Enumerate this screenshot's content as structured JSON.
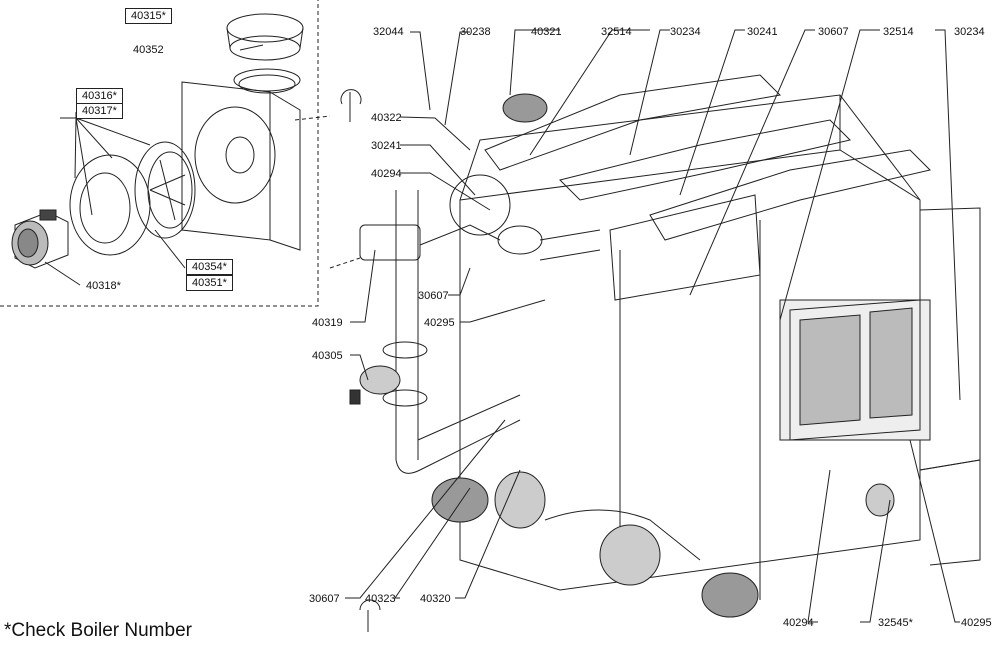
{
  "note": "*Check Boiler Number",
  "callouts": {
    "c40315": "40315*",
    "c40352": "40352",
    "c40316": "40316*",
    "c40317": "40317*",
    "c40318": "40318*",
    "c40354": "40354*",
    "c40351": "40351*",
    "c32044": "32044",
    "c30238": "30238",
    "c40321": "40321",
    "c32514a": "32514",
    "c30234a": "30234",
    "c30241a": "30241",
    "c30607a": "30607",
    "c32514b": "32514",
    "c30234b": "30234",
    "c40322": "40322",
    "c30241b": "30241",
    "c40294a": "40294",
    "c30607b": "30607",
    "c40295a": "40295",
    "c40319": "40319",
    "c40305": "40305",
    "c30607c": "30607",
    "c40323": "40323",
    "c40320": "40320",
    "c40294b": "40294",
    "c32545": "32545*",
    "c40295b": "40295"
  }
}
